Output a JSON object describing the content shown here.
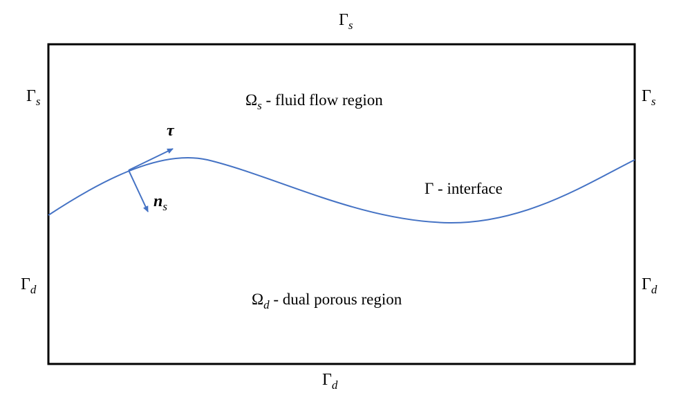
{
  "boundaries": {
    "top": {
      "main": "Γ",
      "sub": "s"
    },
    "left_upper": {
      "main": "Γ",
      "sub": "s"
    },
    "right_upper": {
      "main": "Γ",
      "sub": "s"
    },
    "left_lower": {
      "main": "Γ",
      "sub": "d"
    },
    "right_lower": {
      "main": "Γ",
      "sub": "d"
    },
    "bottom": {
      "main": "Γ",
      "sub": "d"
    }
  },
  "regions": {
    "fluid": {
      "symbol": "Ω",
      "sub": "s",
      "text": " - fluid flow region"
    },
    "porous": {
      "symbol": "Ω",
      "sub": "d",
      "text": " - dual porous region"
    }
  },
  "interface": {
    "text": "Γ - interface"
  },
  "vectors": {
    "tangent": {
      "label": "τ"
    },
    "normal": {
      "label": "n",
      "sub": "s"
    }
  },
  "colors": {
    "curve": "#4472c4",
    "border": "#000000"
  }
}
